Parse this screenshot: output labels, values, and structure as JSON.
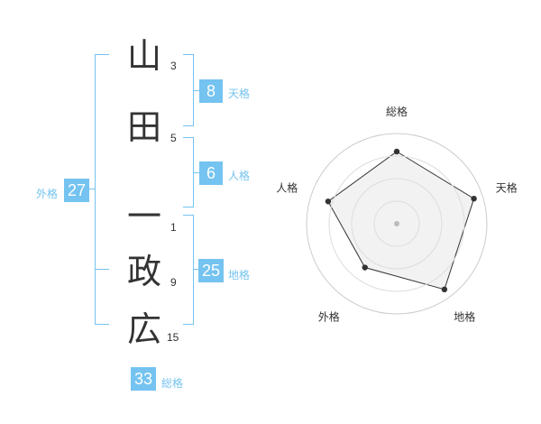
{
  "name": {
    "characters": [
      {
        "char": "山",
        "strokes": "3"
      },
      {
        "char": "田",
        "strokes": "5"
      },
      {
        "char": "一",
        "strokes": "1"
      },
      {
        "char": "政",
        "strokes": "9"
      },
      {
        "char": "広",
        "strokes": "15"
      }
    ]
  },
  "fortunes": {
    "tenkaku": {
      "label": "天格",
      "value": "8"
    },
    "jinkaku": {
      "label": "人格",
      "value": "6"
    },
    "chikaku": {
      "label": "地格",
      "value": "25"
    },
    "gaikaku": {
      "label": "外格",
      "value": "27"
    },
    "soukaku": {
      "label": "総格",
      "value": "33"
    }
  },
  "chart_data": {
    "type": "radar",
    "axes": [
      "総格",
      "天格",
      "地格",
      "外格",
      "人格"
    ],
    "values": [
      4,
      4.5,
      4.5,
      3,
      4
    ],
    "max": 5,
    "rings": 4,
    "colors": {
      "fill": "#f0f0f0",
      "ring": "#cccccc",
      "line": "#333333",
      "accent": "#74c3f0"
    }
  }
}
